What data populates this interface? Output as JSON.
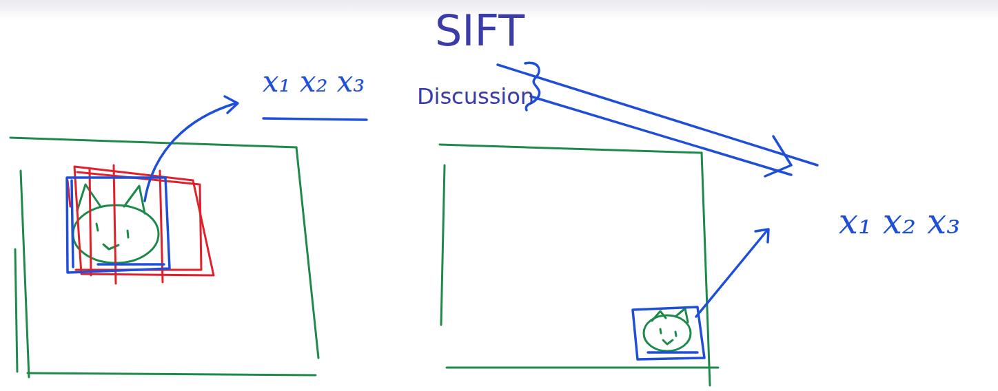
{
  "diagram": {
    "title": "SIFT",
    "labels": [
      "Discussion",
      "x₁ x₂ x₃",
      "x₁ x₂ x₃"
    ]
  }
}
